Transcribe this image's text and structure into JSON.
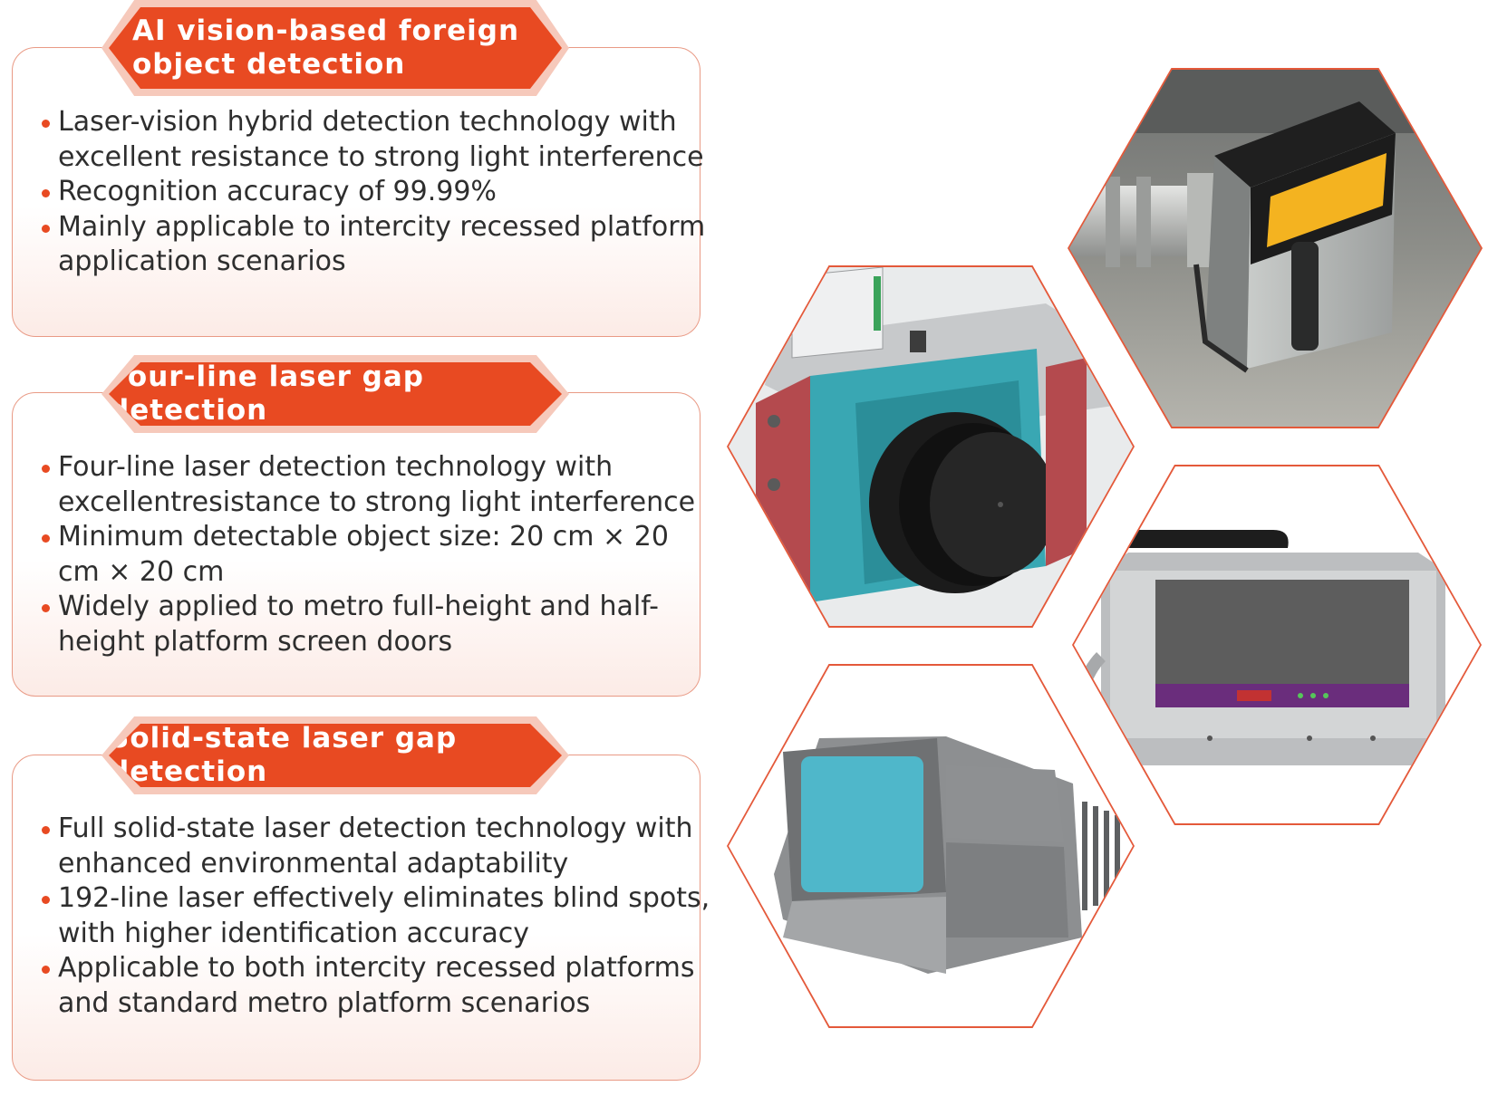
{
  "sections": [
    {
      "title": "AI vision-based foreign object detection",
      "bullets": [
        "Laser-vision hybrid detection technology with excellent resistance to strong light interference",
        "Recognition accuracy of 99.99%",
        "Mainly applicable to intercity recessed platform application scenarios"
      ]
    },
    {
      "title": "Four-line laser gap detection",
      "bullets": [
        "Four-line laser detection technology with excellentresistance to strong light interference",
        "Minimum detectable object size: 20 cm × 20 cm × 20 cm",
        "Widely applied to metro full-height and half-height platform screen doors"
      ]
    },
    {
      "title": "Solid-state laser gap detection",
      "bullets": [
        "Full solid-state laser detection technology with enhanced environmental adaptability",
        "192-line laser effectively eliminates blind spots, with higher identification accuracy",
        "Applicable to both intercity recessed platforms and standard metro platform scenarios"
      ]
    }
  ],
  "colors": {
    "accent": "#e84a22",
    "border": "#e99a85",
    "badge_glow": "#f6c9bb"
  }
}
